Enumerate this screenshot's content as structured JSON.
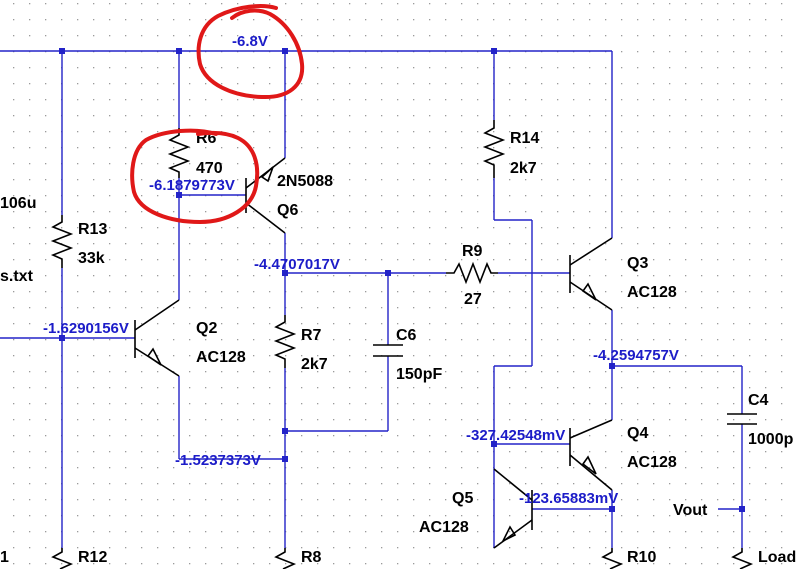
{
  "schematic": {
    "components": {
      "r6": {
        "name": "R6",
        "value": "470"
      },
      "r14": {
        "name": "R14",
        "value": "2k7"
      },
      "r13": {
        "name": "R13",
        "value": "33k"
      },
      "r9": {
        "name": "R9",
        "value": "27"
      },
      "r7": {
        "name": "R7",
        "value": "2k7"
      },
      "c6": {
        "name": "C6",
        "value": "150pF"
      },
      "c4": {
        "name": "C4",
        "value": "1000p"
      },
      "q6": {
        "name": "Q6",
        "model": "2N5088"
      },
      "q3": {
        "name": "Q3",
        "model": "AC128"
      },
      "q2": {
        "name": "Q2",
        "model": "AC128"
      },
      "q4": {
        "name": "Q4",
        "model": "AC128"
      },
      "q5": {
        "name": "Q5",
        "model": "AC128"
      },
      "r12": {
        "name": "R12"
      },
      "r8": {
        "name": "R8"
      },
      "r10": {
        "name": "R10"
      }
    },
    "fragments": {
      "left_value": "106u",
      "left_file": "s.txt",
      "left_bottom": "1",
      "load": "Load"
    },
    "net_labels": {
      "vout": "Vout"
    },
    "voltages": {
      "supply": "-6.8V",
      "q6_base": "-6.1879773V",
      "q6_collector": "-4.4707017V",
      "q2_base": "-1.6290156V",
      "q2_emitter": "-1.5237373V",
      "q4_collector": "-4.2594757V",
      "q5_collector": "-327.42548mV",
      "q5_base": "-123.65883mV"
    },
    "colors": {
      "wire": "#2323c8",
      "voltage_label": "#1c1cc8",
      "component": "#000000",
      "annotation": "#e01818",
      "grid_dot": "#9a9a9a",
      "background": "#ffffff"
    }
  }
}
